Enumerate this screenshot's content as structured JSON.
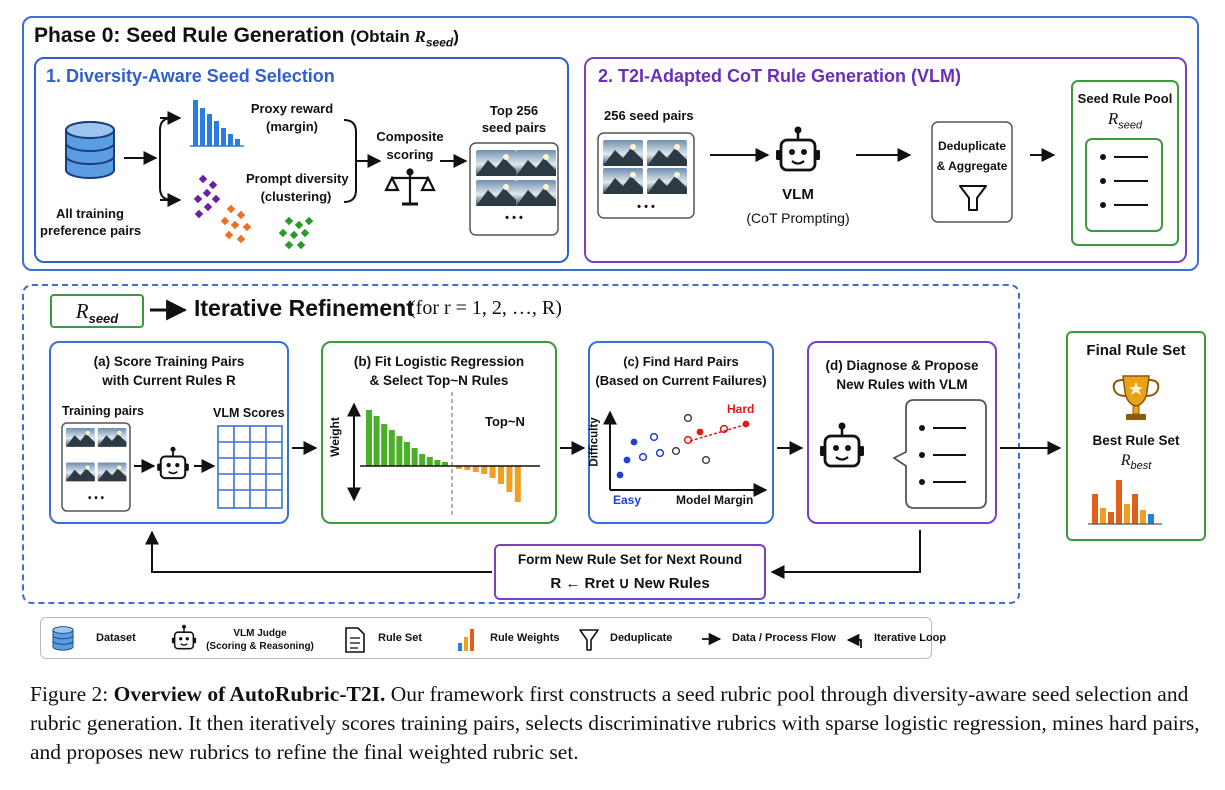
{
  "phase0": {
    "title": "Phase 0: Seed Rule Generation",
    "obtain_pre": "(Obtain ",
    "obtain_sym": "R",
    "obtain_sub": "seed",
    "obtain_post": ")",
    "colors": {
      "outer": "#3a6fd8",
      "section1": "#2f5fd0",
      "section2": "#7b3fc4"
    }
  },
  "section1": {
    "title": "1. Diversity-Aware Seed Selection",
    "dataset_label": [
      "All training",
      "preference pairs"
    ],
    "proxy_reward": [
      "Proxy reward",
      "(margin)"
    ],
    "prompt_diversity": [
      "Prompt diversity",
      "(clustering)"
    ],
    "composite": [
      "Composite",
      "scoring"
    ],
    "top_pairs": [
      "Top 256",
      "seed pairs"
    ],
    "ellipsis": "• • •"
  },
  "section2": {
    "title": "2. T2I-Adapted CoT Rule Generation (VLM)",
    "seed_pairs": "256 seed pairs",
    "ellipsis": "• • •",
    "vlm": "VLM",
    "cot": "(CoT Prompting)",
    "dedup": [
      "Deduplicate",
      "& Aggregate"
    ],
    "pool_title": "Seed Rule Pool",
    "pool_sym": "R",
    "pool_sub": "seed"
  },
  "iterative": {
    "rseed_sym": "R",
    "rseed_sub": "seed",
    "title": "Iterative Refinement",
    "for_text": "(for r = 1, 2, …, R)",
    "a_title": [
      "(a) Score Training Pairs",
      "with Current Rules R"
    ],
    "a_training": "Training pairs",
    "a_scores": "VLM Scores",
    "a_ellipsis": "• • •",
    "b_title": [
      "(b) Fit Logistic Regression",
      "& Select Top~N Rules"
    ],
    "b_weight": "Weight",
    "b_topn": "Top~N",
    "c_title": [
      "(c) Find Hard Pairs",
      "(Based on Current Failures)"
    ],
    "c_difficulty": "Difficulty",
    "c_easy": "Easy",
    "c_hard": "Hard",
    "c_margin": "Model Margin",
    "d_title": [
      "(d) Diagnose & Propose",
      "New Rules with VLM"
    ],
    "form_title": "Form New Rule Set for Next Round",
    "form_formula": "R ← Rret ∪ New Rules",
    "colors": {
      "blue": "#3a6fd8",
      "green": "#3c9a3c",
      "purple": "#7b3fc4",
      "bars_green": "#4caf2a",
      "bars_orange": "#f0a020",
      "red": "#e01818",
      "pt_blue": "#1f3fd8"
    }
  },
  "final": {
    "title": "Final Rule Set",
    "best": "Best Rule Set",
    "best_sym": "R",
    "best_sub": "best"
  },
  "legend": [
    {
      "icon": "database-icon",
      "label": "Dataset"
    },
    {
      "icon": "robot-icon",
      "label": "VLM Judge",
      "sub": "(Scoring & Reasoning)"
    },
    {
      "icon": "document-icon",
      "label": "Rule Set"
    },
    {
      "icon": "bar-chart-icon",
      "label": "Rule Weights"
    },
    {
      "icon": "funnel-icon",
      "label": "Deduplicate"
    },
    {
      "icon": "arrow-right-icon",
      "label": "Data / Process Flow"
    },
    {
      "icon": "loop-arrow-icon",
      "label": "Iterative Loop"
    }
  ],
  "caption": {
    "prefix": "Figure 2: ",
    "bold": "Overview of AutoRubric-T2I.",
    "text": " Our framework first constructs a seed rubric pool through diversity-aware seed selection and rubric generation. It then iteratively scores training pairs, selects discriminative rubrics with sparse logistic regression, mines hard pairs, and proposes new rubrics to refine the final weighted rubric set."
  }
}
